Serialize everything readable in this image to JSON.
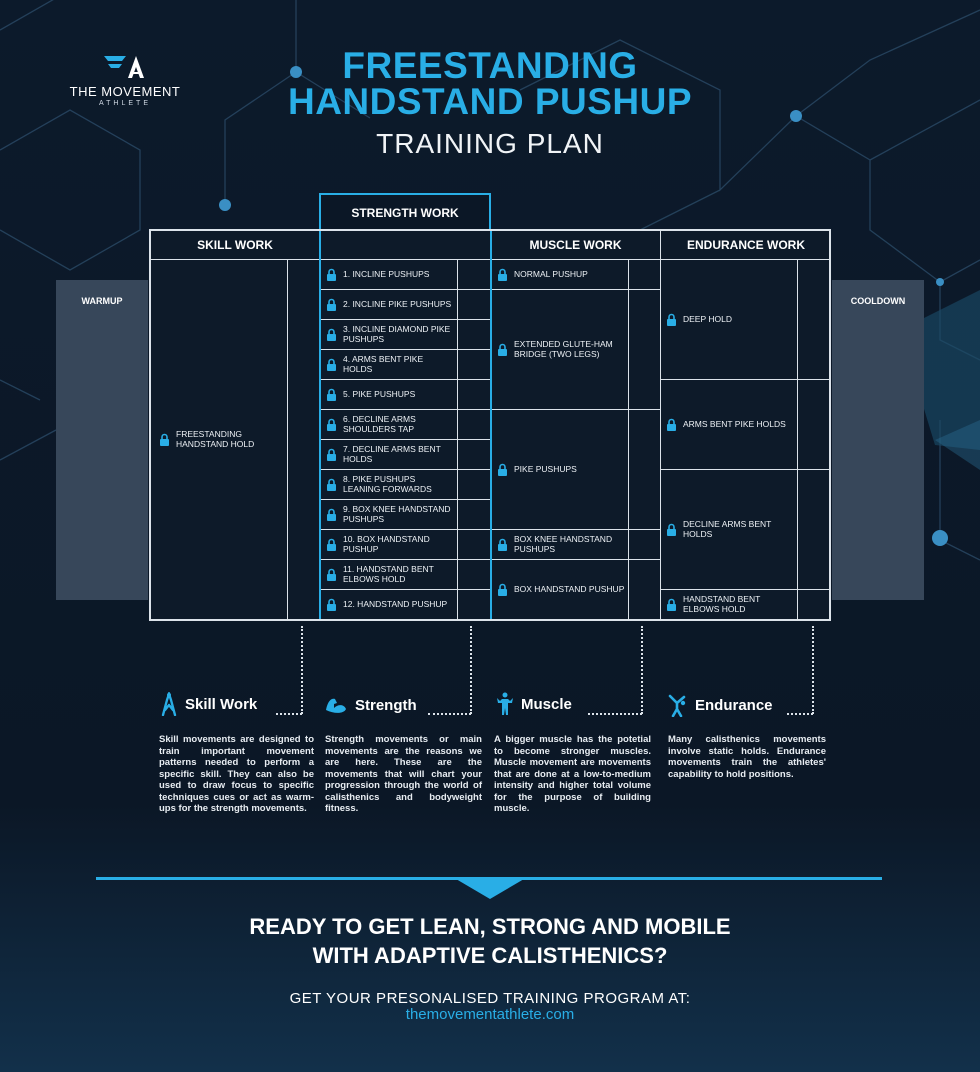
{
  "brand": {
    "name": "THE MOVEMENT",
    "sub": "ATHLETE"
  },
  "title": {
    "line1": "FREESTANDING",
    "line2": "HANDSTAND PUSHUP",
    "subtitle": "TRAINING PLAN"
  },
  "sidebars": {
    "warmup": "WARMUP",
    "cooldown": "COOLDOWN"
  },
  "headers": {
    "skill": "SKILL WORK",
    "strength": "STRENGTH WORK",
    "muscle": "MUSCLE WORK",
    "endurance": "ENDURANCE WORK"
  },
  "skill": {
    "items": [
      "FREESTANDING HANDSTAND HOLD"
    ]
  },
  "strength": {
    "items": [
      "1. INCLINE PUSHUPS",
      "2. INCLINE PIKE PUSHUPS",
      "3. INCLINE DIAMOND PIKE PUSHUPS",
      "4. ARMS BENT PIKE HOLDS",
      "5. PIKE PUSHUPS",
      "6. DECLINE ARMS SHOULDERS TAP",
      "7. DECLINE ARMS BENT HOLDS",
      "8. PIKE PUSHUPS LEANING FORWARDS",
      "9. BOX KNEE HANDSTAND PUSHUPS",
      "10. BOX HANDSTAND PUSHUP",
      "11. HANDSTAND BENT ELBOWS HOLD",
      "12. HANDSTAND PUSHUP"
    ]
  },
  "muscle": {
    "items": [
      "NORMAL PUSHUP",
      "EXTENDED GLUTE-HAM BRIDGE (TWO LEGS)",
      "PIKE PUSHUPS",
      "BOX KNEE HANDSTAND PUSHUPS",
      "BOX HANDSTAND PUSHUP"
    ]
  },
  "endurance": {
    "items": [
      "DEEP HOLD",
      "ARMS BENT PIKE HOLDS",
      "DECLINE ARMS BENT HOLDS",
      "HANDSTAND BENT ELBOWS HOLD"
    ]
  },
  "categories": [
    {
      "title": "Skill Work",
      "icon": "handstand-person-icon",
      "text": "Skill movements are designed to train important movement patterns needed to perform a specific skill. They can also be used to draw focus to specific techniques cues or act as warm-ups for the strength movements."
    },
    {
      "title": "Strength",
      "icon": "flexed-arm-icon",
      "text": "Strength movements or main movements are the reasons we are here. These are the movements that will chart your progression through the world of calisthenics and bodyweight fitness."
    },
    {
      "title": "Muscle",
      "icon": "muscle-body-icon",
      "text": "A bigger muscle has the potetial to become stronger muscles. Muscle movement are movements that are done at a low-to-medium intensity and higher total volume for the purpose of building muscle."
    },
    {
      "title": "Endurance",
      "icon": "stretch-person-icon",
      "text": "Many calisthenics movements involve static holds. Endurance movements train the athletes' capability to hold positions."
    }
  ],
  "cta": {
    "line1": "READY TO GET LEAN, STRONG AND MOBILE",
    "line2": "WITH ADAPTIVE CALISTHENICS?",
    "get": "GET YOUR PRESONALISED TRAINING PROGRAM AT:",
    "url": "themovementathlete.com"
  },
  "colors": {
    "accent": "#29aee6",
    "background": "#0b1726",
    "sidebar": "#37475a"
  }
}
